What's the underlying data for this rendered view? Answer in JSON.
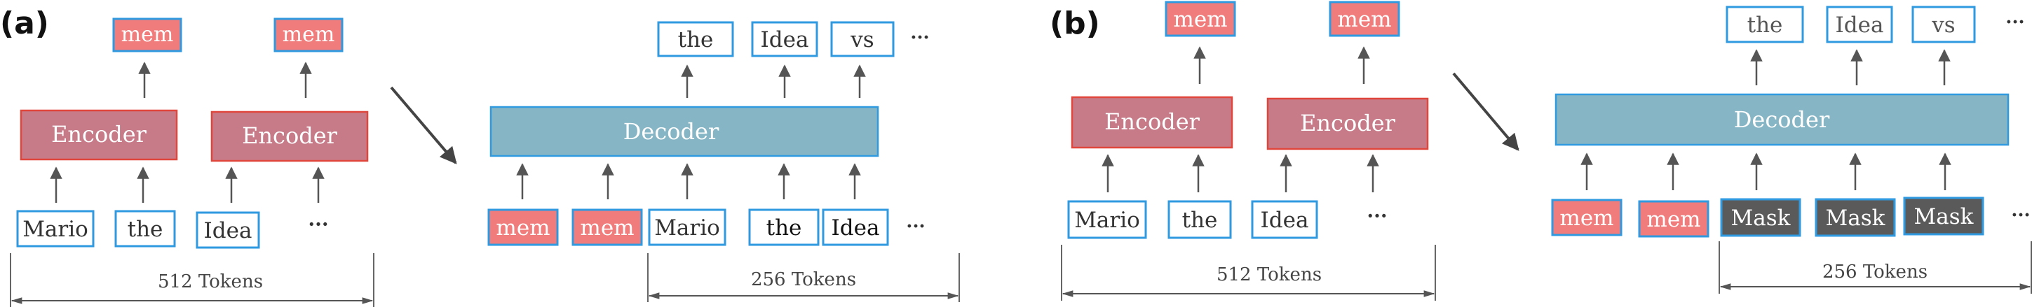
{
  "colors": {
    "encoder_fill": "#c77b89",
    "encoder_stroke": "#e0463c",
    "decoder_fill": "#86b6c5",
    "decoder_stroke": "#2f9ae0",
    "mem_fill": "#f07c7c",
    "mem_stroke": "#2f9ae0",
    "mask_fill": "#5a5a5a",
    "token_stroke": "#2f9ae0",
    "arrow": "#555555",
    "text_dark": "#333333",
    "text_light": "#ffffff"
  },
  "panel_a": {
    "label": "(a)",
    "mem_top_1": "mem",
    "mem_top_2": "mem",
    "encoder_1": "Encoder",
    "encoder_2": "Encoder",
    "token_1": "Mario",
    "token_2": "the",
    "token_3": "Idea",
    "token_ellipsis": "···",
    "span_512": "512 Tokens",
    "out_1": "the",
    "out_2": "Idea",
    "out_3": "vs",
    "out_ellipsis": "···",
    "decoder": "Decoder",
    "dec_in_1": "mem",
    "dec_in_2": "mem",
    "dec_in_3": "Mario",
    "dec_in_4": "the",
    "dec_in_5": "Idea",
    "dec_in_ellipsis": "···",
    "span_256": "256 Tokens"
  },
  "panel_b": {
    "label": "(b)",
    "mem_top_1": "mem",
    "mem_top_2": "mem",
    "encoder_1": "Encoder",
    "encoder_2": "Encoder",
    "token_1": "Mario",
    "token_2": "the",
    "token_3": "Idea",
    "token_ellipsis": "···",
    "span_512": "512 Tokens",
    "out_1": "the",
    "out_2": "Idea",
    "out_3": "vs",
    "out_ellipsis": "···",
    "decoder": "Decoder",
    "dec_in_1": "mem",
    "dec_in_2": "mem",
    "dec_in_3": "Mask",
    "dec_in_4": "Mask",
    "dec_in_5": "Mask",
    "dec_in_ellipsis": "···",
    "span_256": "256 Tokens"
  }
}
